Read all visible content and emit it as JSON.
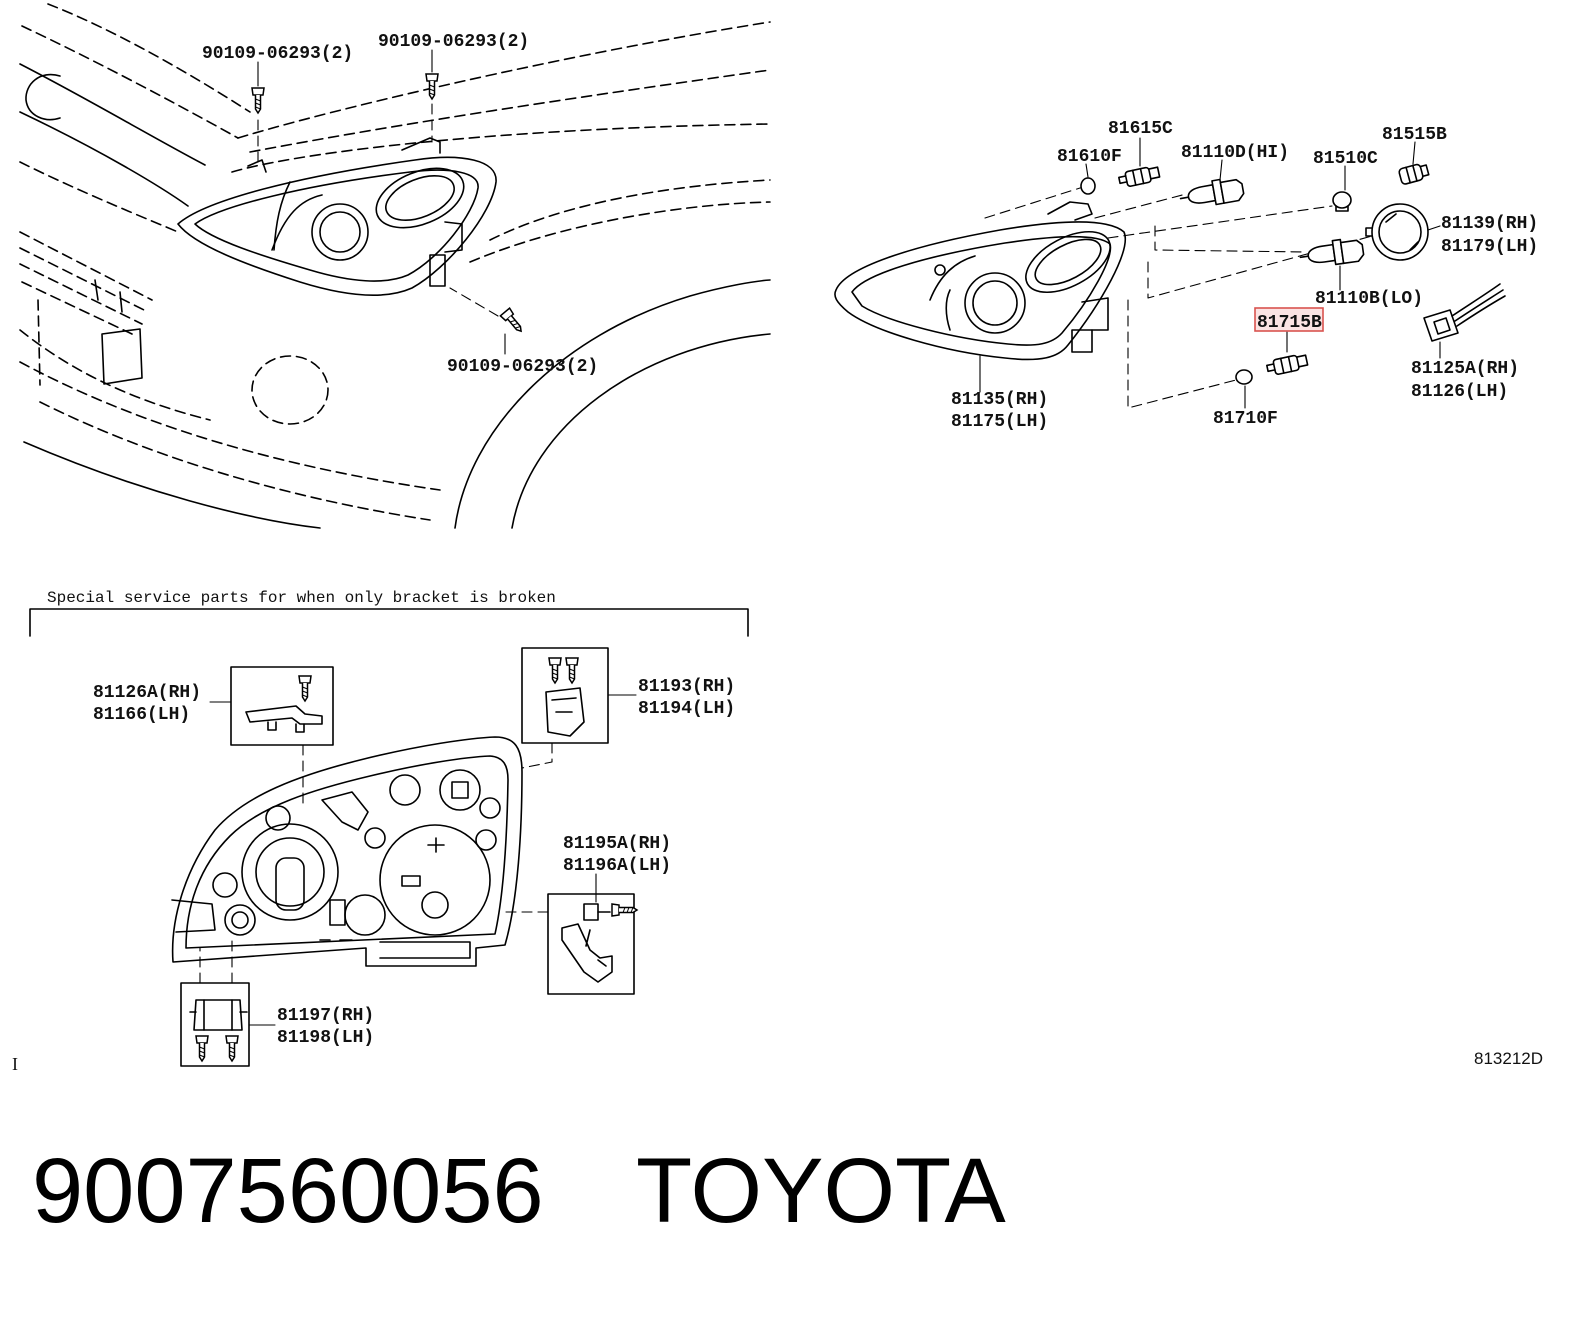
{
  "install_view": {
    "screw_label_left": "90109-06293(2)",
    "screw_label_top": "90109-06293(2)",
    "screw_label_lower": "90109-06293(2)"
  },
  "exploded_view": {
    "socket_81615c": "81615C",
    "bulb_81610f": "81610F",
    "bulb_high_beam": "81110D(HI)",
    "bulb_81510c": "81510C",
    "socket_81515b": "81515B",
    "cover_rh": "81139(RH)",
    "cover_lh": "81179(LH)",
    "bulb_low_beam": "81110B(LO)",
    "socket_highlighted": "81715B",
    "harness_rh": "81125A(RH)",
    "harness_lh": "81126(LH)",
    "headlamp_rh": "81135(RH)",
    "headlamp_lh": "81175(LH)",
    "bulb_81710f": "81710F"
  },
  "bracket_section": {
    "heading": "Special service parts for when only bracket is broken",
    "upper_left_rh": "81126A(RH)",
    "upper_left_lh": "81166(LH)",
    "upper_right_rh": "81193(RH)",
    "upper_right_lh": "81194(LH)",
    "side_rh": "81195A(RH)",
    "side_lh": "81196A(LH)",
    "lower_rh": "81197(RH)",
    "lower_lh": "81198(LH)"
  },
  "footer": {
    "page_marker": "I",
    "illustration_code": "813212D",
    "part_number": "9007560056",
    "brand": "TOYOTA"
  },
  "colors": {
    "line": "#000000",
    "highlight_border": "#d9534f",
    "highlight_fill": "#fbe3e3",
    "background": "#ffffff"
  }
}
